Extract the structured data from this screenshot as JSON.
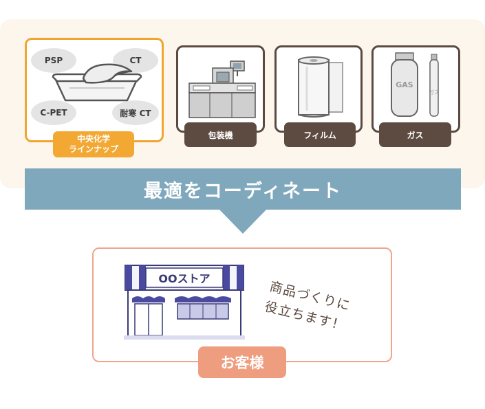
{
  "materials": {
    "items": [
      "PSP",
      "CT",
      "C-PET",
      "耐寒 CT"
    ],
    "caption_line1": "中央化学",
    "caption_line2": "ラインナップ"
  },
  "categories": {
    "packaging_machine": "包装機",
    "film": "フィルム",
    "gas": "ガス"
  },
  "gas_cylinder_text": "GAS",
  "gas_small_cylinder_text": "ガス",
  "banner": "最適をコーディネート",
  "store": {
    "sign": "OOストア",
    "note_line1": "商品づくりに",
    "note_line2": "役立ちます！"
  },
  "customer_label": "お客様"
}
